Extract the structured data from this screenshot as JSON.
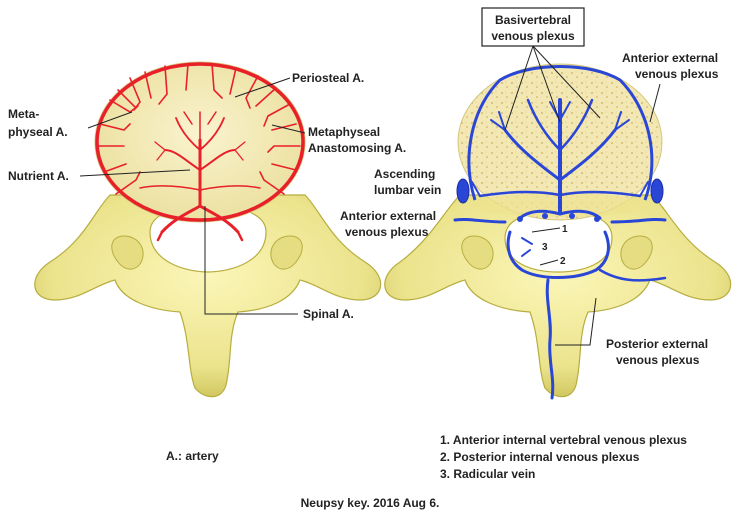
{
  "arterial_labels": {
    "periosteal": "Periosteal A.",
    "metaphyseal_line1": "Meta-",
    "metaphyseal_line2": "physeal A.",
    "anastomosing_line1": "Metaphyseal",
    "anastomosing_line2": "Anastomosing A.",
    "nutrient": "Nutrient A.",
    "spinal": "Spinal A."
  },
  "venous_labels": {
    "basivertebral_line1": "Basivertebral",
    "basivertebral_line2": "venous plexus",
    "anterior_external_top_line1": "Anterior external",
    "anterior_external_top_line2": "venous plexus",
    "ascending_lumbar_line1": "Ascending",
    "ascending_lumbar_line2": "lumbar vein",
    "anterior_external_left_line1": "Anterior external",
    "anterior_external_left_line2": "venous plexus",
    "posterior_external_line1": "Posterior external",
    "posterior_external_line2": "venous plexus",
    "num1": "1",
    "num2": "2",
    "num3": "3"
  },
  "colors": {
    "bone": "#efe89a",
    "bone_dark": "#b7ad3f",
    "body_fill": "#f4eab8",
    "artery": "#e8202a",
    "vein": "#2a46d6"
  },
  "abbreviation": "A.: artery",
  "legend": [
    "1. Anterior internal vertebral venous plexus",
    "2. Posterior internal venous plexus",
    "3. Radicular vein"
  ],
  "citation": "Neupsy key.  2016 Aug 6."
}
